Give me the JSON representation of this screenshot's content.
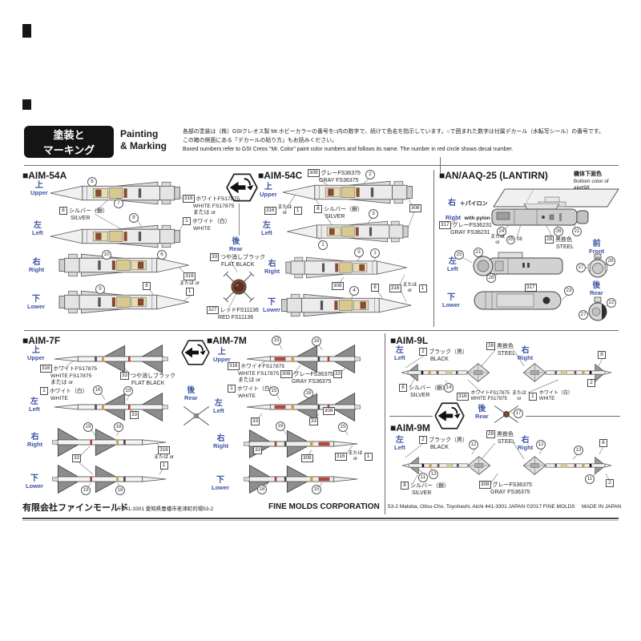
{
  "header": {
    "badge_line1": "塗装と",
    "badge_line2": "マーキング",
    "painting_line1": "Painting",
    "painting_line2": "& Marking",
    "intro_jp1": "各部の塗装は（株）GSIクレオス製 Mr.ホビーカラーの番号を□内の数字で、続けて色名を指示しています。○で囲まれた数字は付属デカール（水転写シール）の番号です。",
    "intro_jp2": "この箱の側面にある「デカールの貼り方」もお読みください。",
    "intro_en": "Boxed numbers refer to GSI Creos \"Mr. Color\" paint color numbers and follows its name. The number in red circle shows decal number."
  },
  "labels": {
    "upper_jp": "上",
    "upper_en": "Upper",
    "left_jp": "左",
    "left_en": "Left",
    "right_jp": "右",
    "right_en": "Right",
    "lower_jp": "下",
    "lower_en": "Lower",
    "rear_jp": "後",
    "rear_en": "Rear",
    "front_jp": "前",
    "front_en": "Front",
    "or_jp": "または",
    "or_en": "or"
  },
  "paints": {
    "white316": {
      "num": "316",
      "jp": "ホワイトFS17875",
      "en": "WHITE FS17875"
    },
    "white1": {
      "num": "1",
      "jp": "ホワイト（白）",
      "en": "WHITE"
    },
    "silver8": {
      "num": "8",
      "jp": "シルバー（銀）",
      "en": "SILVER"
    },
    "flatblack33": {
      "num": "33",
      "jp": "つや消しブラック",
      "en": "FLAT BLACK"
    },
    "red327": {
      "num": "327",
      "jp": "レッドFS11136",
      "en": "RED FS11136"
    },
    "gray308": {
      "num": "308",
      "jp": "グレーFS36375",
      "en": "GRAY FS36375"
    },
    "gray317": {
      "num": "317",
      "jp": "グレーFS36231",
      "en": "GRAY FS36231"
    },
    "steel28": {
      "num": "28",
      "jp": "黒鉄色",
      "en": "STEEL"
    },
    "black2": {
      "num": "2",
      "jp": "ブラック（黒）",
      "en": "BLACK"
    }
  },
  "decals": {
    "n1": "1",
    "n2": "2",
    "n3": "3",
    "n4": "4",
    "n5": "5",
    "n6": "6",
    "n7": "7",
    "n8": "8",
    "n9": "9",
    "n10": "10",
    "n11": "11",
    "n12": "12",
    "n13": "13",
    "n14": "14",
    "n15": "15",
    "n16": "16",
    "n17": "17",
    "n18": "18",
    "n19": "19",
    "n21": "21",
    "n22": "22",
    "n23": "23",
    "n24": "24",
    "n25": "25",
    "n26": "26",
    "n27": "27",
    "extra": "08"
  },
  "sections": {
    "aim54a": {
      "title": "■AIM-54A"
    },
    "aim54c": {
      "title": "■AIM-54C"
    },
    "lantirn": {
      "title": "■AN/AAQ-25 (LANTIRN)",
      "note_jp": "機体下面色",
      "note_en": "Bottom color of aircraft",
      "pylon_jp": "＋パイロン",
      "pylon_en": "with pylon"
    },
    "aim7f": {
      "title": "■AIM-7F"
    },
    "aim7m": {
      "title": "■AIM-7M"
    },
    "aim9l": {
      "title": "■AIM-9L"
    },
    "aim9m": {
      "title": "■AIM-9M"
    }
  },
  "footer": {
    "company_jp": "有限会社ファインモールド",
    "address_jp": "〒441-3301 愛知県豊橋市老津町的場53-2",
    "company_en": "FINE MOLDS CORPORATION",
    "address_en": "53-2 Matoba, Oitsu-Cho, Toyohashi, Aichi 441-3301 JAPAN  ©2017 FINE MOLDS",
    "made_in": "MADE IN JAPAN"
  }
}
